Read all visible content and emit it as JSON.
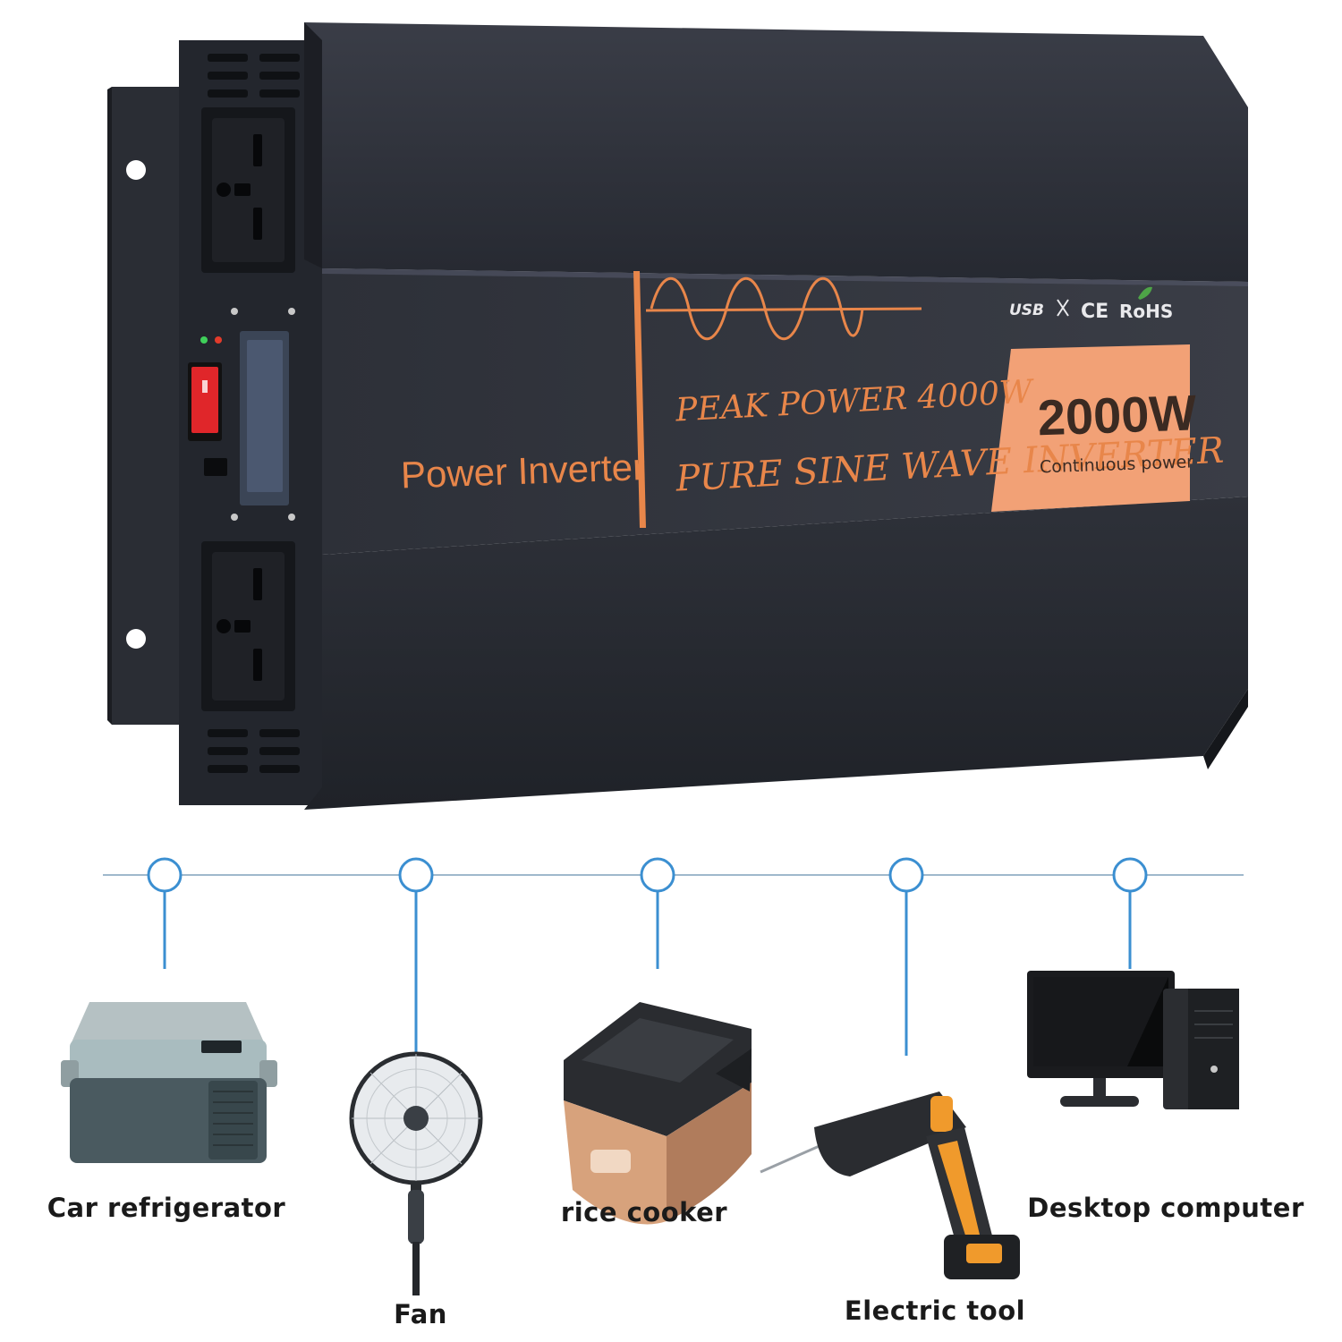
{
  "product": {
    "left_label": "Power Inverter",
    "headline_1": "PEAK POWER 4000W",
    "headline_2": "PURE SINE WAVE INVERTER",
    "badge_power": "2000W",
    "badge_caption": "Continuous power",
    "cert_usb": "USB",
    "cert_ce": "CE",
    "cert_rohs": "RoHS"
  },
  "colors": {
    "body_dark": "#2b2e36",
    "accent_orange": "#e8864a",
    "badge_orange": "#f2a176",
    "timeline_blue": "#3b8fd1"
  },
  "devices": [
    {
      "label": "Car refrigerator",
      "icon": "car-refrigerator-icon"
    },
    {
      "label": "Fan",
      "icon": "fan-icon"
    },
    {
      "label": "rice cooker",
      "icon": "rice-cooker-icon"
    },
    {
      "label": "Electric tool",
      "icon": "electric-drill-icon"
    },
    {
      "label": "Desktop computer",
      "icon": "desktop-computer-icon"
    }
  ]
}
